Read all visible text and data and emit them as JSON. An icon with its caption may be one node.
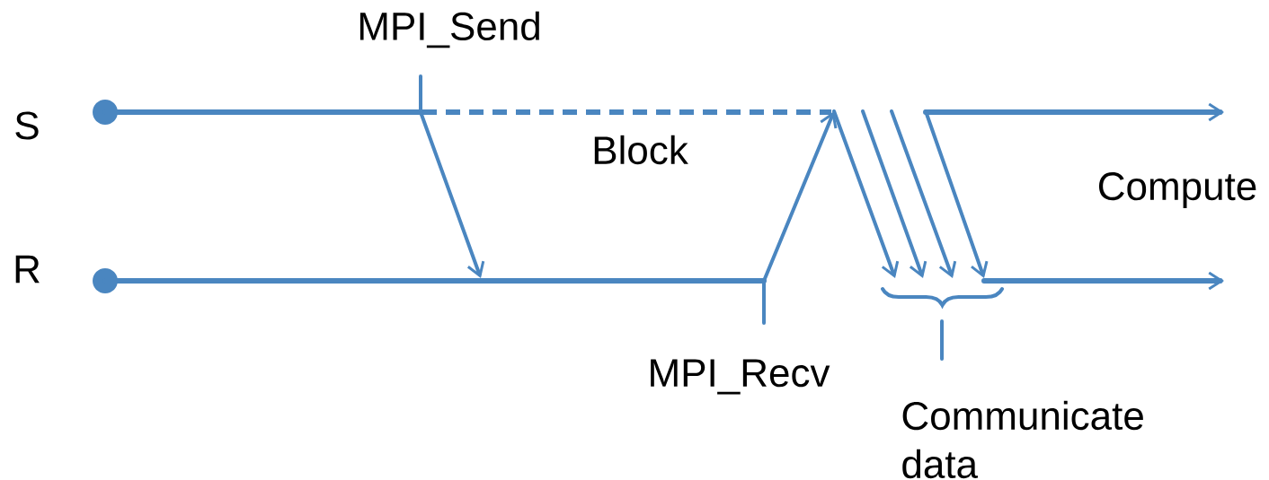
{
  "diagram": {
    "labels": [
      "MPI_Send",
      "S",
      "Block",
      "Compute",
      "R",
      "MPI_Recv",
      "Communicate data"
    ]
  }
}
